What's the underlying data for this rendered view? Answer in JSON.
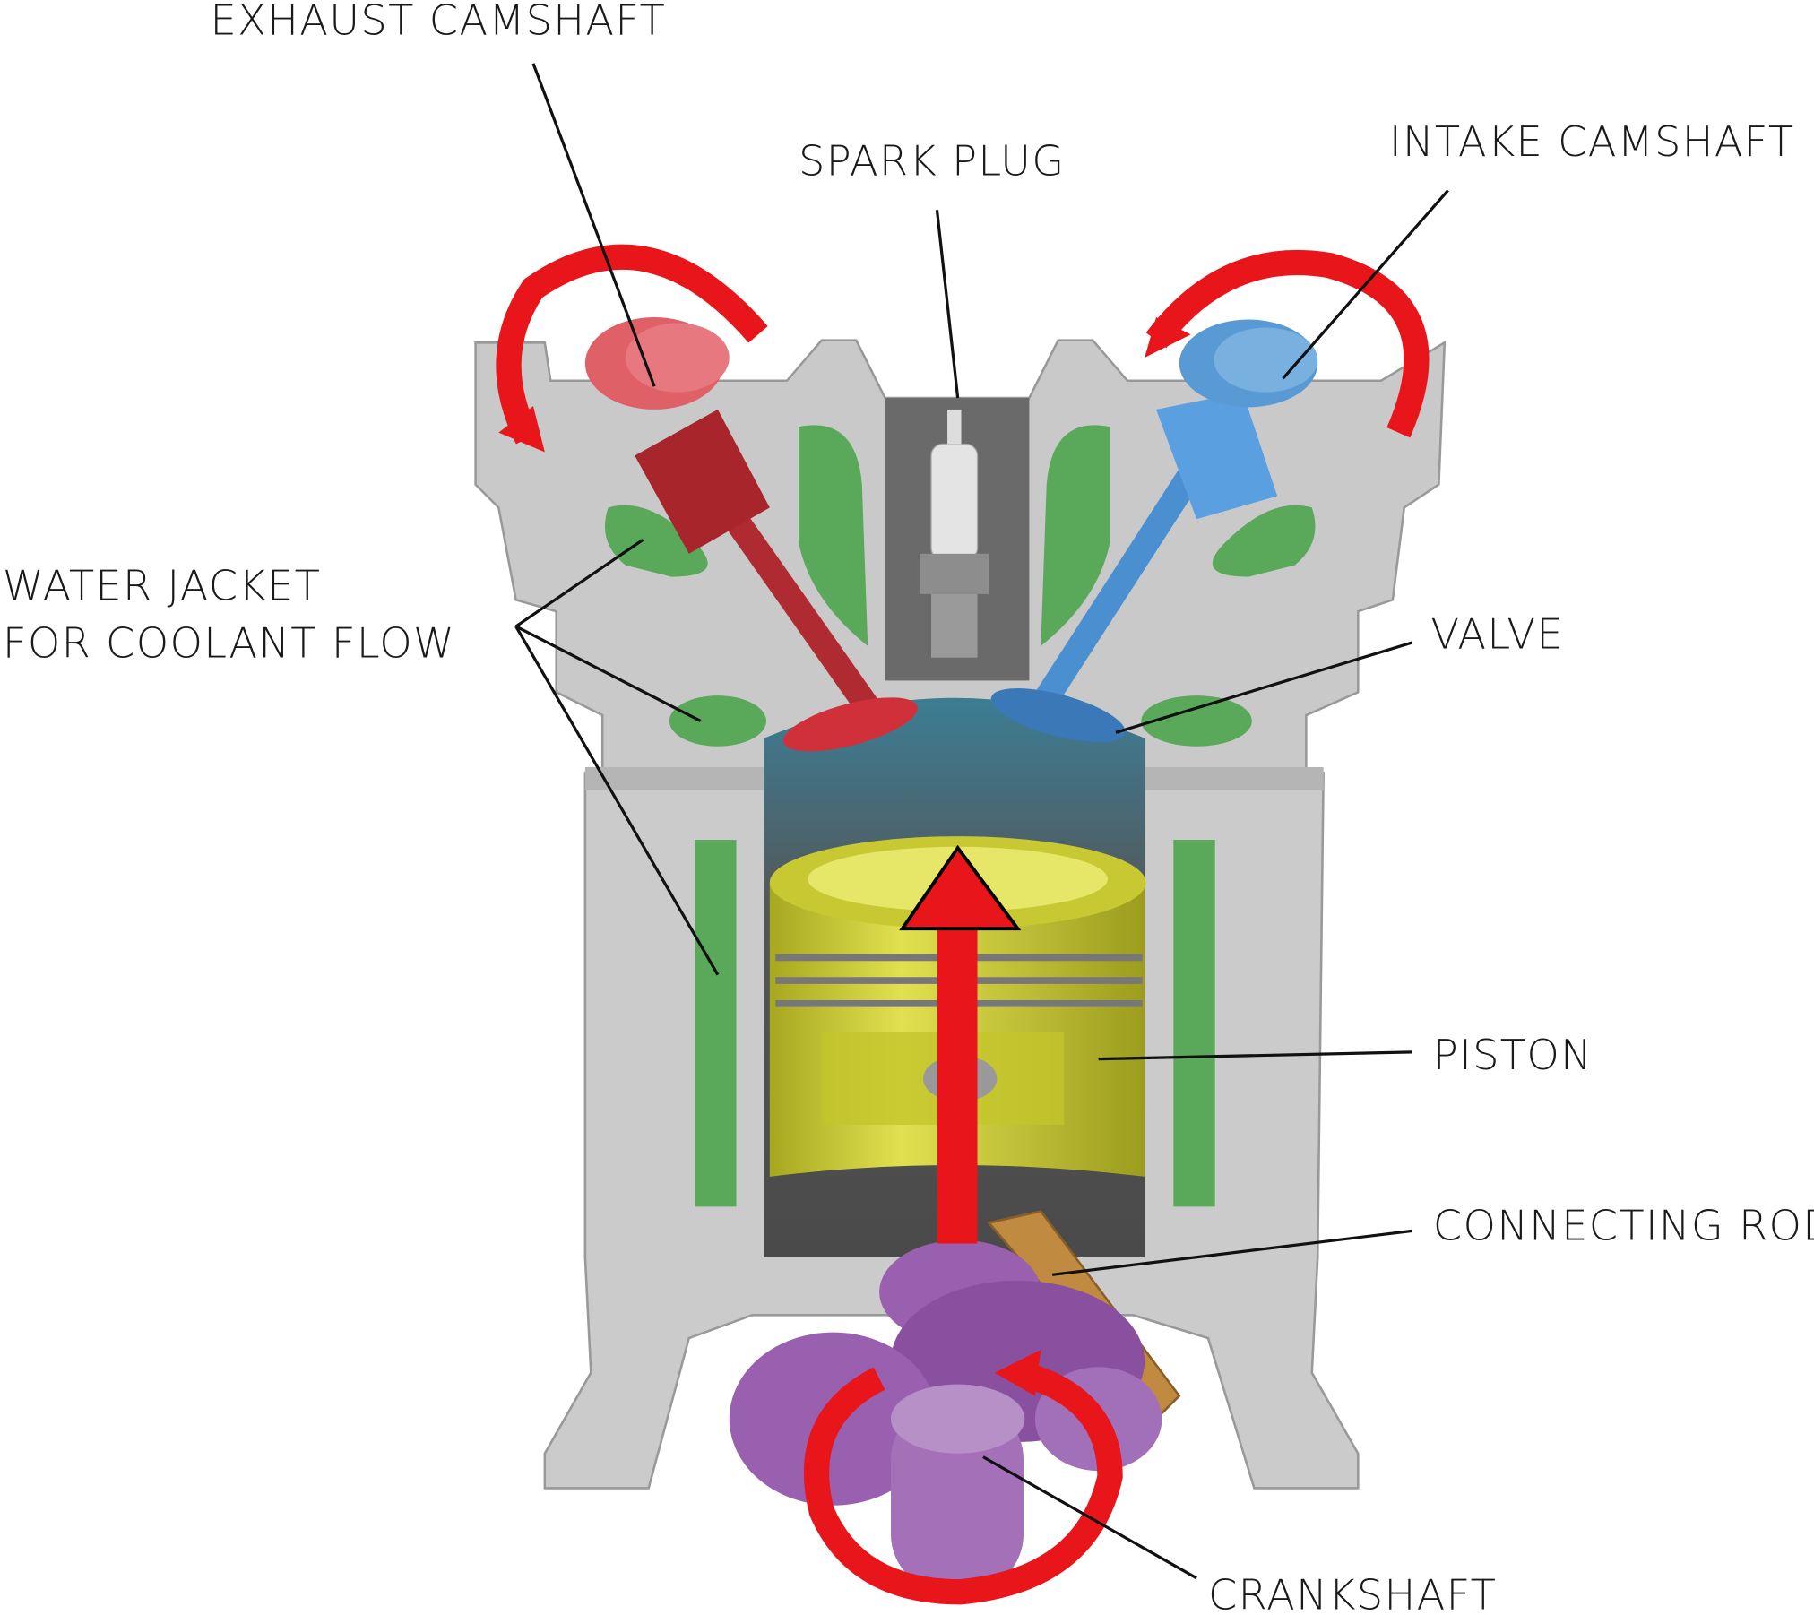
{
  "labels": {
    "exhaust_camshaft": "EXHAUST CAMSHAFT",
    "spark_plug": "SPARK PLUG",
    "intake_camshaft": "INTAKE CAMSHAFT",
    "water_jacket_line1": "WATER JACKET",
    "water_jacket_line2": "FOR COOLANT FLOW",
    "valve": "VALVE",
    "piston": "PISTON",
    "connecting_rod": "CONNECTING ROD",
    "crankshaft": "CRANKSHAFT"
  },
  "colors": {
    "block": "#c8c8c8",
    "coolant": "#5aa85a",
    "exhaust": "#c0303a",
    "intake": "#4a90d0",
    "piston": "#d2d23c",
    "crankshaft": "#9a60b0",
    "connecting_rod": "#c08a40",
    "motion_arrow": "#e8151b"
  }
}
